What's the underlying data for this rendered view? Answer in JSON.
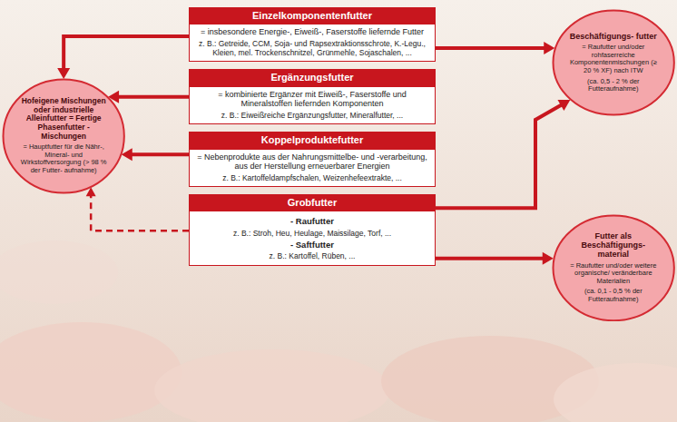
{
  "diagram": {
    "nodes": [
      {
        "text": [
          "Hofeigene Mischungen oder industrielle Alleinfutter = Fertige Phasenfutter - Mischungen",
          "= Hauptfutter für die Nähr-, Mineral- und Wirkstoffversorgung (> 98 % der Futter- aufnahme)"
        ]
      },
      {
        "text": [
          "Einzelkomponentenfutter",
          "= insbesondere Energie-, Eiweiß-, Faserstoffe liefernde Futter",
          "z. B.: Getreide, CCM, Soja- und Rapsextraktionsschrote, K.-Legu., Kleien, mel. Trockenschnitzel, Grünmehle, Sojaschalen, ..."
        ]
      },
      {
        "text": [
          "Ergänzungsfutter",
          "= kombinierte Ergänzer mit Eiweiß-, Faserstoffe und Mineralstoffen liefernden Komponenten",
          "z. B.: Eiweißreiche Ergänzungsfutter, Mineralfutter, ..."
        ]
      },
      {
        "text": [
          "Koppelproduktefutter",
          "= Nebenprodukte aus der Nahrungsmittelbe- und -verarbeitung, aus der Herstellung erneuerbarer Energien",
          "z. B.: Kartoffeldampfschalen, Weizenhefeextrakte, ..."
        ]
      },
      {
        "text": [
          "Grobfutter",
          "- Raufutter",
          "z. B.: Stroh, Heu, Heulage, Maissilage, Torf, ...",
          "- Saftfutter",
          "z. B.: Kartoffel, Rüben, ..."
        ]
      },
      {
        "text": [
          "Beschäftigungs- futter",
          "= Raufutter und/oder rohfaserreiche Komponentenmischungen (≥ 20 % XF) nach ITW",
          "(ca. 0,5 - 2 % der Futteraufnahme)"
        ]
      },
      {
        "text": [
          "Futter als Beschäftigungs- material",
          "= Raufutter und/oder weitere organische/ veränderbare Materialien",
          "(ca. 0,1 - 0,5 % der Futteraufnahme)"
        ]
      }
    ],
    "edges": [
      {
        "from": 1,
        "to": 0,
        "arrow": "to"
      },
      {
        "from": 1,
        "to": 5,
        "arrow": "to"
      },
      {
        "from": 2,
        "to": 0,
        "arrow": "to"
      },
      {
        "from": 3,
        "to": 0,
        "arrow": "to"
      },
      {
        "from": 4,
        "to": 0,
        "arrow": "to"
      },
      {
        "from": 4,
        "to": 5,
        "arrow": "to"
      },
      {
        "from": 4,
        "to": 6,
        "arrow": "to"
      }
    ]
  }
}
